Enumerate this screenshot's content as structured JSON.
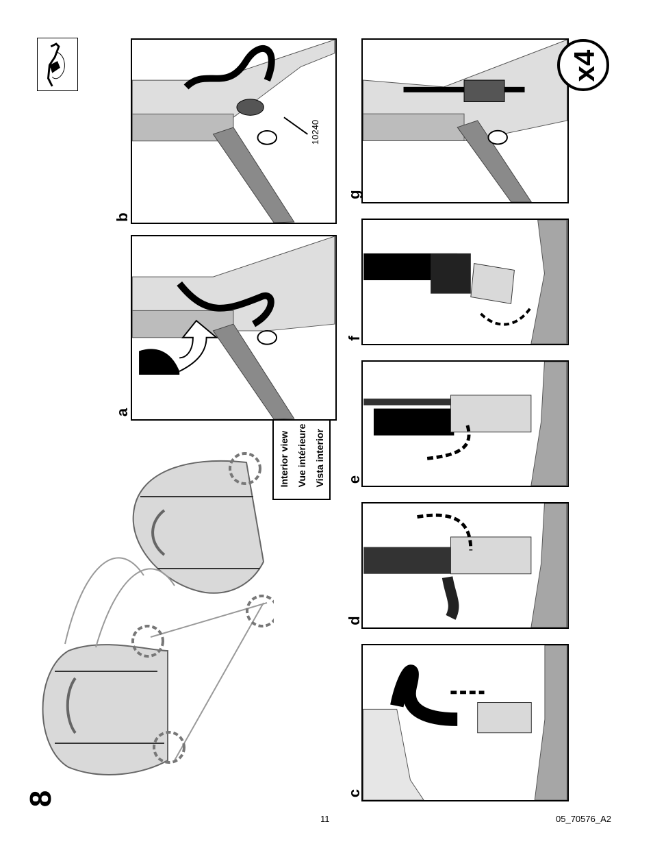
{
  "page": {
    "step_number": "8",
    "repeat_badge": "x4",
    "page_number": "11",
    "doc_code": "05_70576_A2"
  },
  "callout": {
    "lines": [
      "Interior view",
      "Vue intérieure",
      "Vista interior"
    ]
  },
  "panels": {
    "a": "a",
    "b": "b",
    "c": "c",
    "d": "d",
    "e": "e",
    "f": "f",
    "g": "g"
  },
  "part_label": "10240",
  "icons": {
    "strap_icon": "strap-icon",
    "repeat_badge": "repeat-badge-icon"
  }
}
